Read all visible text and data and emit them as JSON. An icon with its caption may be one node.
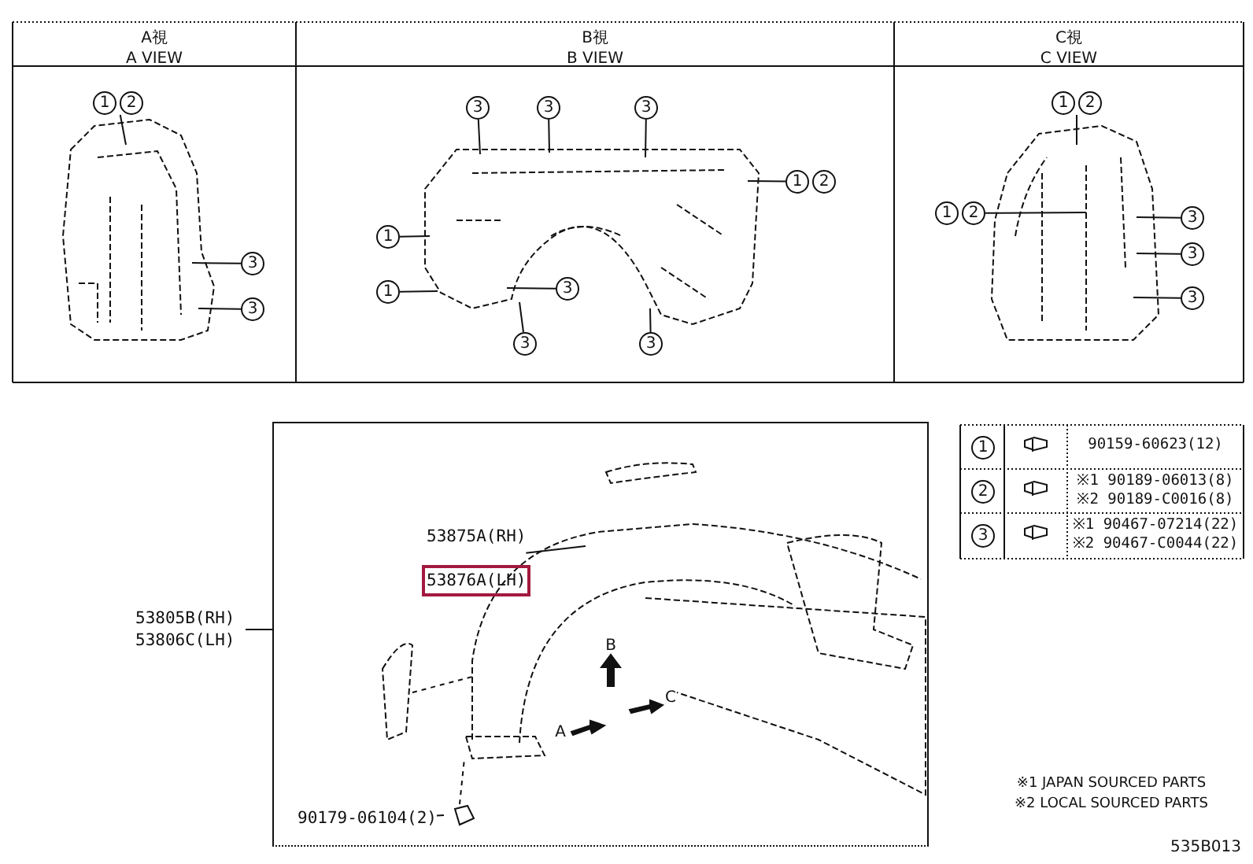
{
  "diagram": {
    "nodes": [
      {
        "text": [
          "1",
          "2"
        ]
      },
      {
        "text": [
          "3"
        ]
      },
      {
        "text": [
          "3"
        ]
      },
      {
        "text": [
          "3"
        ]
      },
      {
        "text": [
          "3"
        ]
      },
      {
        "text": [
          "3"
        ]
      },
      {
        "text": [
          "1",
          "2"
        ]
      },
      {
        "text": [
          "1"
        ]
      },
      {
        "text": [
          "1"
        ]
      },
      {
        "text": [
          "3"
        ]
      },
      {
        "text": [
          "3"
        ]
      },
      {
        "text": [
          "3"
        ]
      },
      {
        "text": [
          "1",
          "2"
        ]
      },
      {
        "text": [
          "1",
          "2"
        ]
      },
      {
        "text": [
          "3"
        ]
      },
      {
        "text": [
          "3"
        ]
      },
      {
        "text": [
          "3"
        ]
      },
      {
        "text": [],
        "shape": "box"
      },
      {
        "text": [
          "53875A(RH)",
          "53876A(LH)"
        ],
        "in": 17
      },
      {
        "text": [
          "90179-06104(2)"
        ],
        "in": 17
      },
      {
        "text": [
          "53805B(RH) 53806C(LH)"
        ]
      },
      {
        "text": [
          "1"
        ]
      },
      {
        "text": [
          "2"
        ]
      },
      {
        "text": [
          "3"
        ]
      }
    ],
    "edges": [
      {
        "from": 0,
        "to": null,
        "arrow": "none"
      },
      {
        "from": 1,
        "to": null,
        "arrow": "none"
      },
      {
        "from": 2,
        "to": null,
        "arrow": "none"
      },
      {
        "from": 3,
        "to": null,
        "arrow": "none"
      },
      {
        "from": 4,
        "to": null,
        "arrow": "none"
      },
      {
        "from": 5,
        "to": null,
        "arrow": "none"
      },
      {
        "from": 6,
        "to": null,
        "arrow": "none"
      },
      {
        "from": 7,
        "to": null,
        "arrow": "none"
      },
      {
        "from": 8,
        "to": null,
        "arrow": "none"
      },
      {
        "from": 9,
        "to": null,
        "arrow": "none"
      },
      {
        "from": 10,
        "to": null,
        "arrow": "none"
      },
      {
        "from": 11,
        "to": null,
        "arrow": "none"
      },
      {
        "from": 12,
        "to": null,
        "arrow": "none"
      },
      {
        "from": 13,
        "to": null,
        "arrow": "none"
      },
      {
        "from": 14,
        "to": null,
        "arrow": "none"
      },
      {
        "from": 15,
        "to": null,
        "arrow": "none"
      },
      {
        "from": 16,
        "to": null,
        "arrow": "none"
      },
      {
        "from": 18,
        "to": null,
        "arrow": "none"
      },
      {
        "from": 19,
        "to": null,
        "arrow": "none"
      },
      {
        "from": 20,
        "to": 17,
        "arrow": "none"
      }
    ],
    "labels": [
      "A視",
      "A VIEW",
      "B視",
      "B VIEW",
      "C視",
      "C VIEW",
      "90159-60623(12)",
      "※1 90189-06013(8)",
      "※2 90189-C0016(8)",
      "※1 90467-07214(22)",
      "※2 90467-C0044(22)",
      "B",
      "C",
      "A",
      "※1 JAPAN SOURCED PARTS",
      "※2 LOCAL SOURCED PARTS",
      "535B013"
    ]
  }
}
